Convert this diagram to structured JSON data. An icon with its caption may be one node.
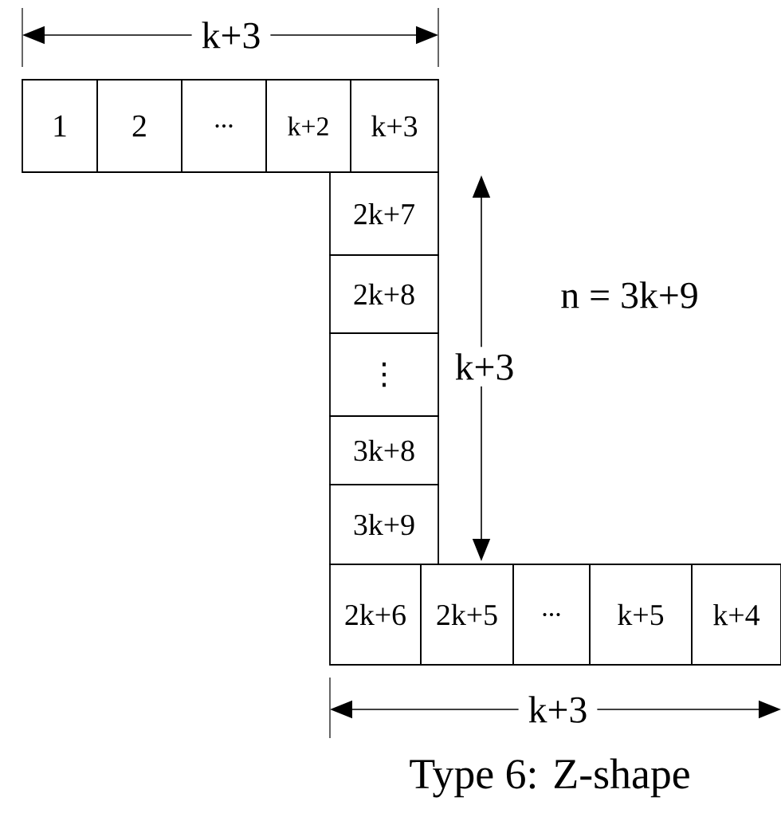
{
  "diagram": {
    "caption": "Type 6: Z-shape",
    "nodes": [
      {
        "text": [
          "1"
        ]
      },
      {
        "text": [
          "2"
        ]
      },
      {
        "text": [
          "..."
        ]
      },
      {
        "text": [
          "k+2"
        ]
      },
      {
        "text": [
          "k+3"
        ]
      },
      {
        "text": [
          "2k+7"
        ]
      },
      {
        "text": [
          "2k+8"
        ]
      },
      {
        "text": [
          "⋮"
        ]
      },
      {
        "text": [
          "3k+8"
        ]
      },
      {
        "text": [
          "3k+9"
        ]
      },
      {
        "text": [
          "2k+6"
        ]
      },
      {
        "text": [
          "2k+5"
        ]
      },
      {
        "text": [
          "..."
        ]
      },
      {
        "text": [
          "k+5"
        ]
      },
      {
        "text": [
          "k+4"
        ]
      }
    ],
    "edges": [],
    "labels": [
      "k+3",
      "n = 3k+9",
      "k+3",
      "k+3"
    ]
  }
}
